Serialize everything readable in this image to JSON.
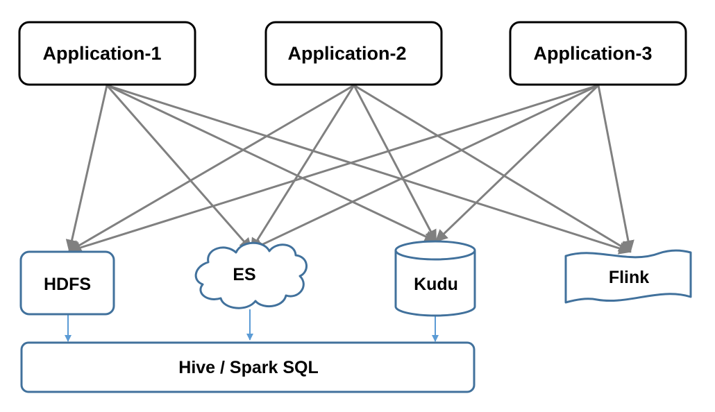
{
  "applications": [
    {
      "label": "Application-1"
    },
    {
      "label": "Application-2"
    },
    {
      "label": "Application-3"
    }
  ],
  "stores": [
    {
      "label": "HDFS",
      "shape": "rounded-rectangle"
    },
    {
      "label": "ES",
      "shape": "cloud"
    },
    {
      "label": "Kudu",
      "shape": "cylinder"
    },
    {
      "label": "Flink",
      "shape": "wavy-banner"
    }
  ],
  "query_layer": {
    "label": "Hive / Spark SQL"
  },
  "connections": {
    "application_to_store": "every application connects to every store",
    "store_to_query_layer": [
      "HDFS",
      "ES",
      "Kudu"
    ]
  },
  "colors": {
    "app_border": "#000000",
    "store_border": "#41719c",
    "connector": "#808080",
    "store_connector": "#5b9bd5"
  }
}
